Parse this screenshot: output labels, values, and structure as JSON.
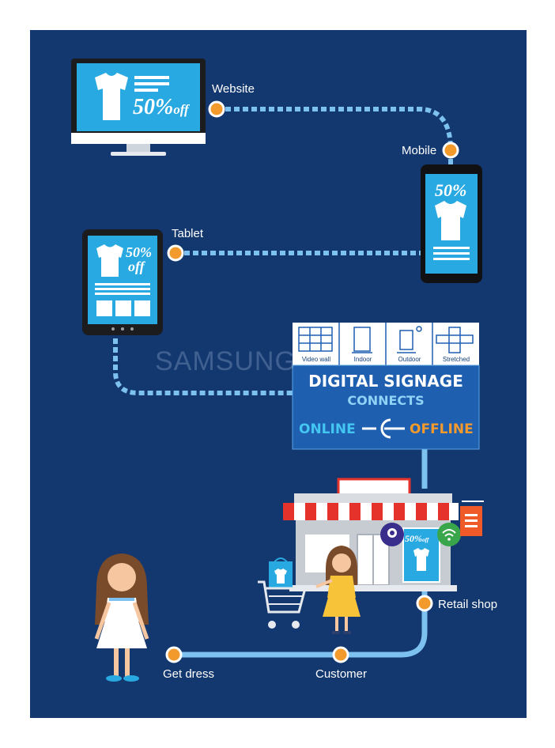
{
  "labels": {
    "website": "Website",
    "mobile": "Mobile",
    "tablet": "Tablet",
    "retail_shop": "Retail shop",
    "customer": "Customer",
    "get_dress": "Get dress"
  },
  "promos": {
    "monitor_value": "50%",
    "monitor_suffix": "off",
    "mobile_value": "50%",
    "tablet_value": "50%",
    "tablet_suffix": "off",
    "shop_value": "50%",
    "shop_suffix": "off"
  },
  "signage": {
    "types": [
      "Video wall",
      "Indoor",
      "Outdoor",
      "Stretched"
    ],
    "title": "DIGITAL SIGNAGE",
    "subtitle": "CONNECTS",
    "online": "ONLINE",
    "offline": "OFFLINE"
  },
  "watermark": "SAMSUNG",
  "colors": {
    "background": "#13386f",
    "screen": "#29a9e1",
    "node": "#f39a2c",
    "path": "#7cc1f0",
    "signage": "#1f5fb0"
  }
}
